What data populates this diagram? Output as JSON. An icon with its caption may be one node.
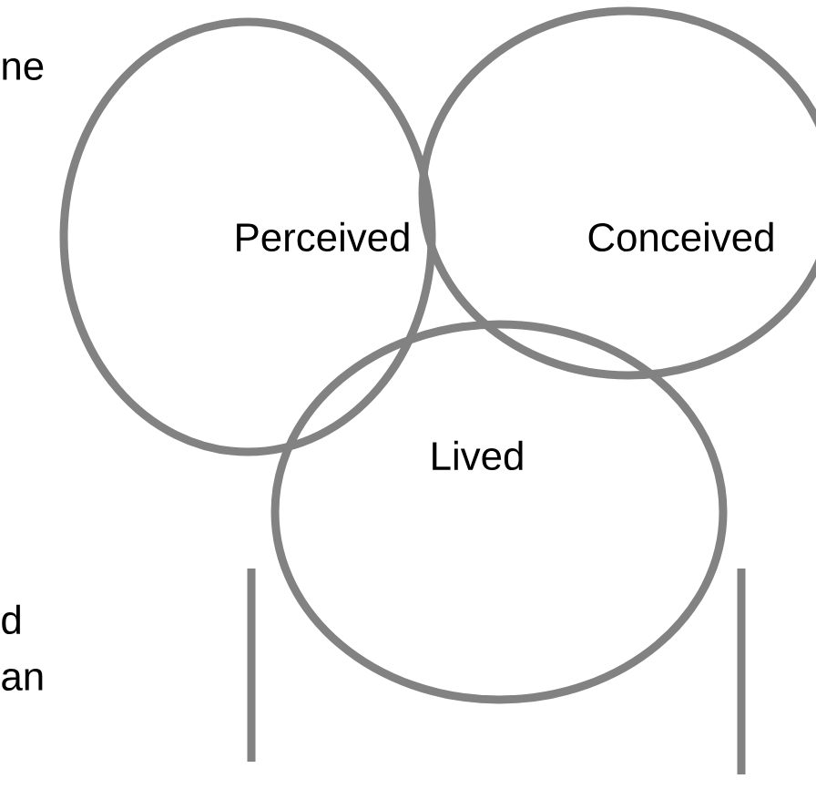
{
  "diagram": {
    "nodes": [
      {
        "text": [
          "Perceived"
        ]
      },
      {
        "text": [
          "Conceived"
        ]
      },
      {
        "text": [
          "Lived"
        ]
      }
    ],
    "labels": [
      "ne",
      "d",
      "an"
    ]
  }
}
